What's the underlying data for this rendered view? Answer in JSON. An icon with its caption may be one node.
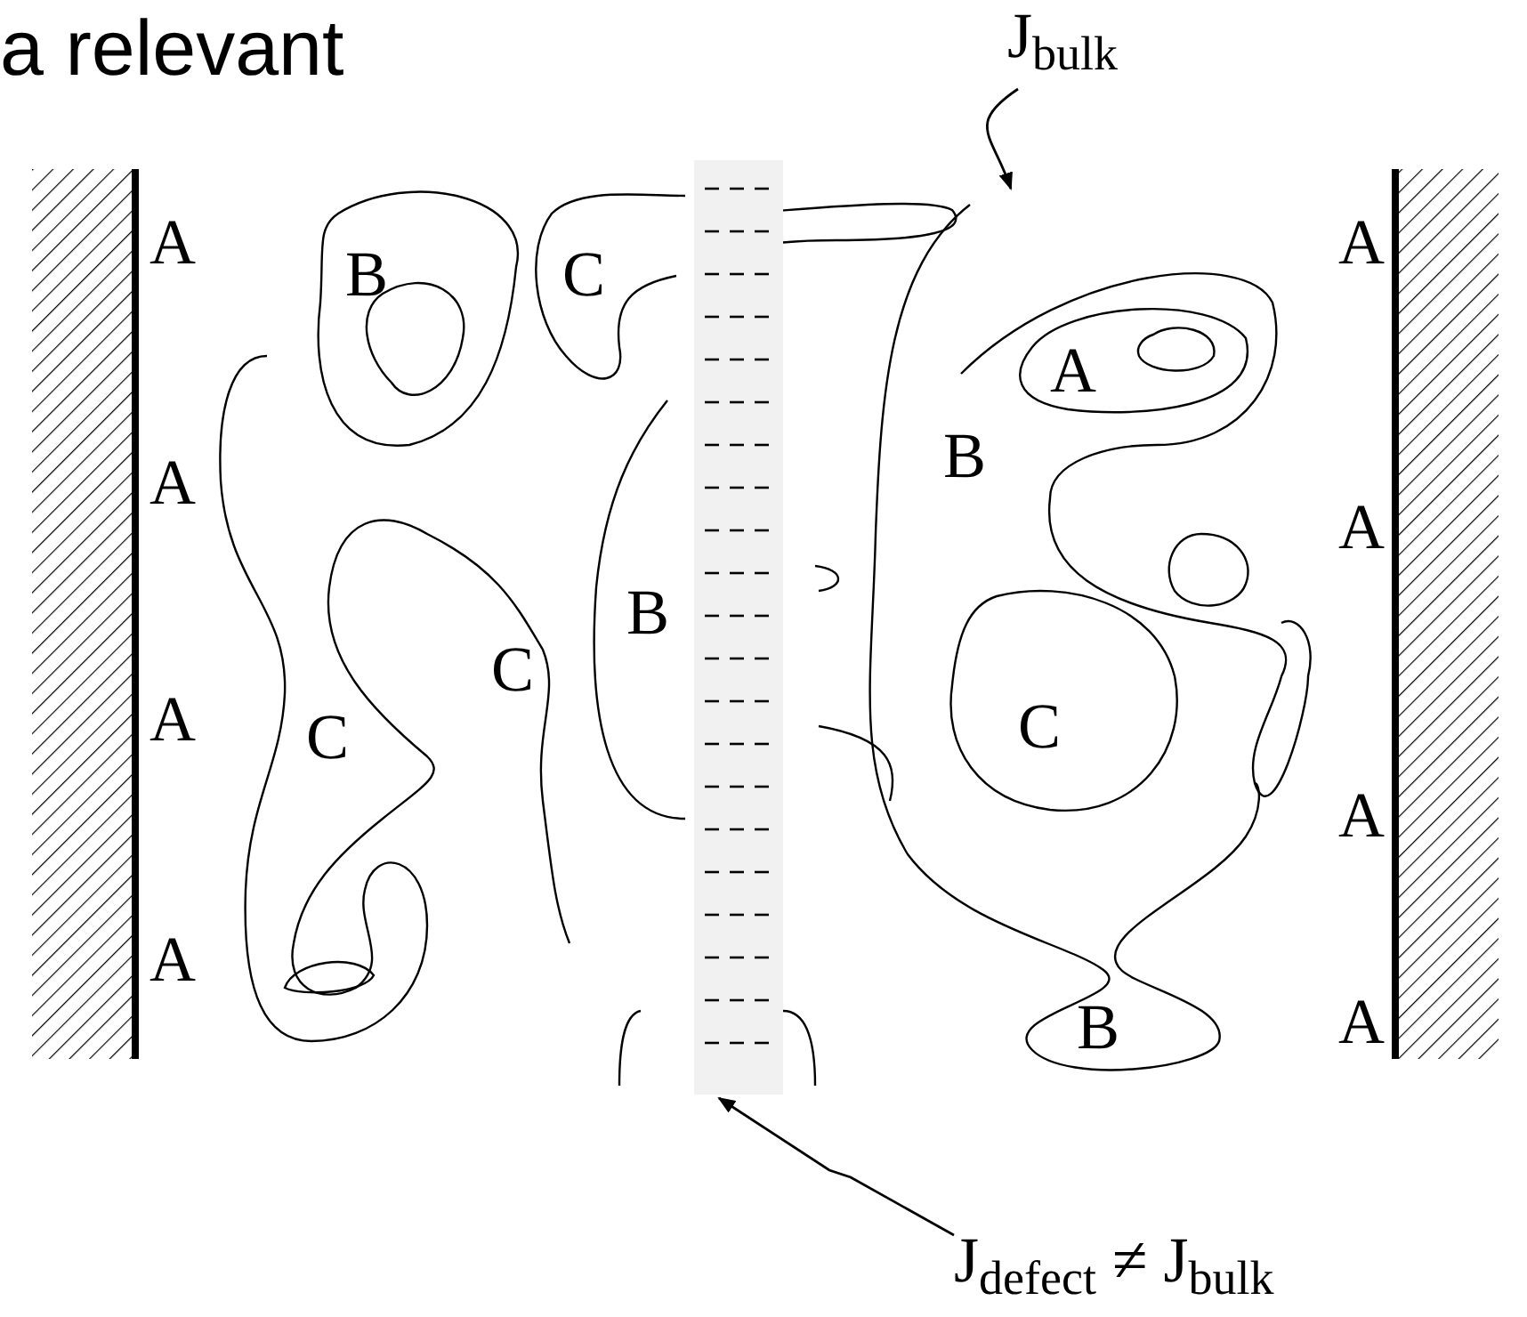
{
  "diagram": {
    "nodes": [
      {
        "text": [
          "J$_{bulk}$"
        ]
      },
      {
        "text": [],
        "shape": "bar"
      },
      {
        "text": [
          "J$_{defect}$ ≠ J$_{bulk}$"
        ]
      }
    ],
    "edges": [
      {
        "from": 0,
        "to": null,
        "arrow": "to"
      },
      {
        "from": 2,
        "to": 1,
        "arrow": "to"
      }
    ],
    "labels": [
      "a relevant",
      "A",
      "B",
      "C",
      "A",
      "A",
      "B",
      "A",
      "A",
      "B",
      "C",
      "A",
      "C",
      "C",
      "A",
      "A",
      "B",
      "A"
    ]
  }
}
